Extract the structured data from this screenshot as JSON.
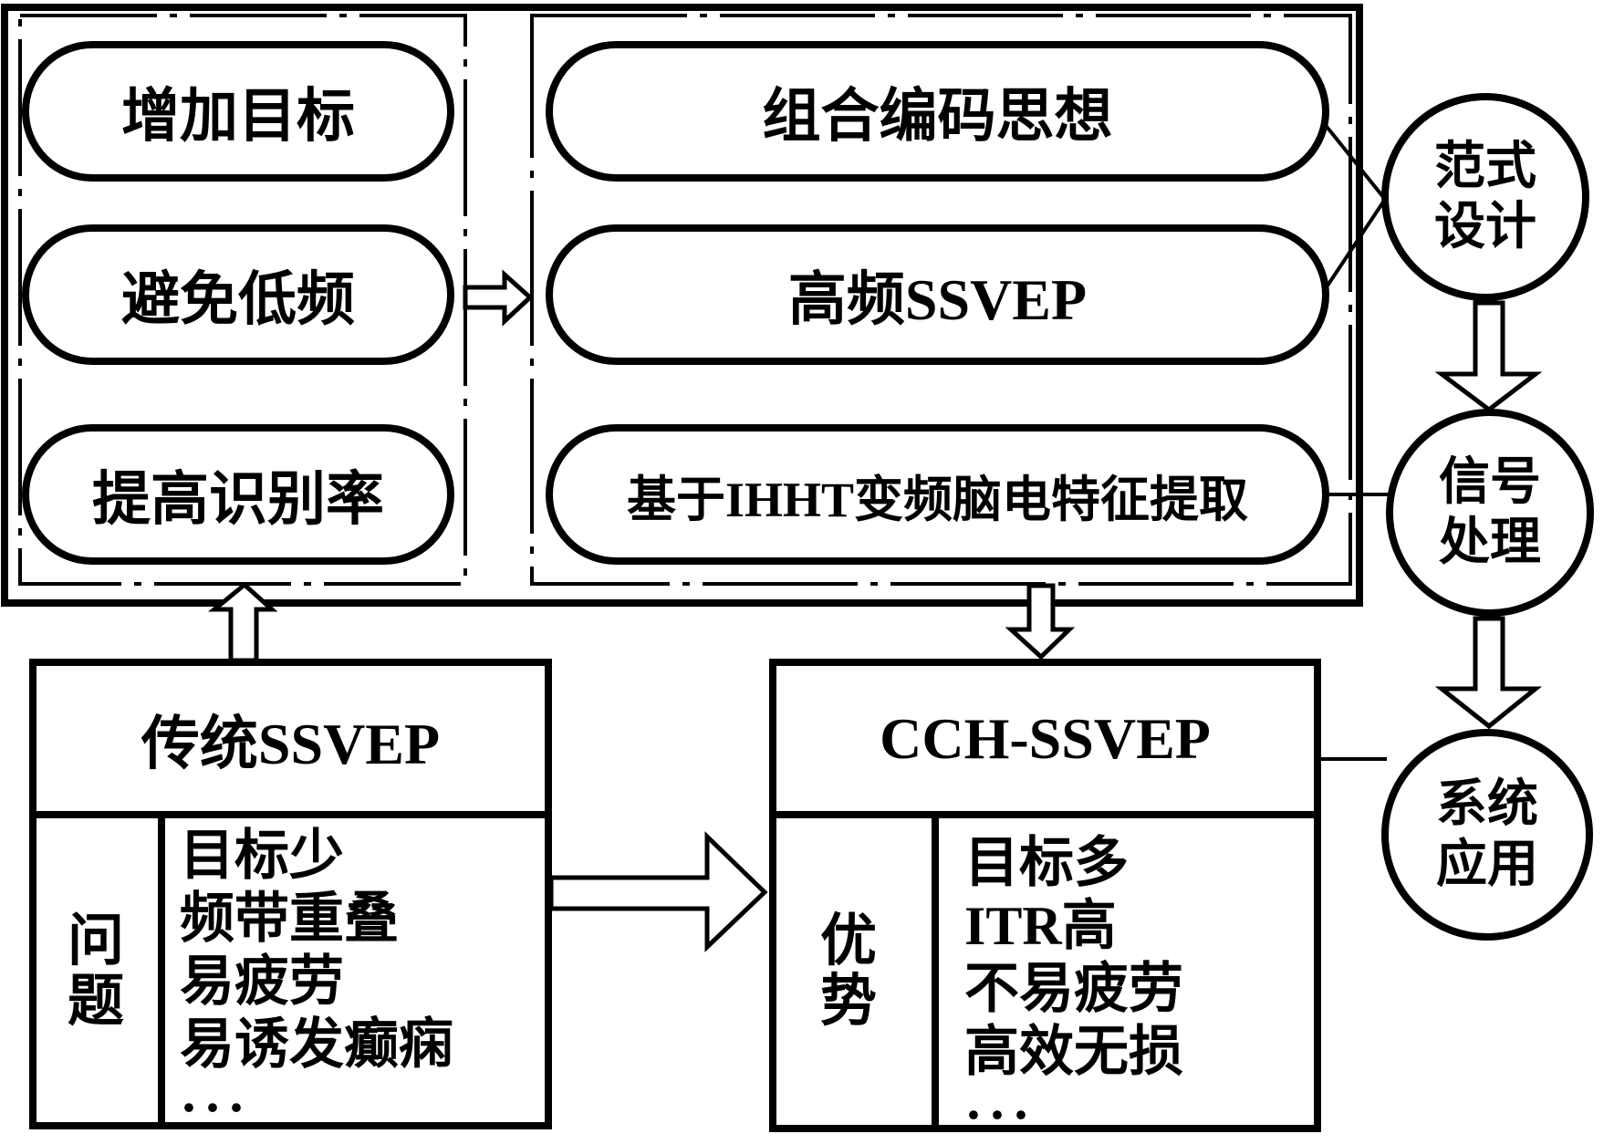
{
  "top_panel": {
    "left_goals": [
      "增加目标",
      "避免低频",
      "提高识别率"
    ],
    "right_methods": [
      "组合编码思想",
      "高频SSVEP",
      "基于IHHT变频脑电特征提取"
    ]
  },
  "circles": {
    "paradigm": "范式设计",
    "signal": "信号处理",
    "application": "系统应用"
  },
  "bottom_left": {
    "title": "传统SSVEP",
    "row_header": "问题",
    "items": [
      "目标少",
      "频带重叠",
      "易疲劳",
      "易诱发癫痫",
      "···"
    ]
  },
  "bottom_right": {
    "title": "CCH-SSVEP",
    "row_header": "优势",
    "items": [
      "目标多",
      "ITR高",
      "不易疲劳",
      "高效无损",
      "···"
    ]
  },
  "colors": {
    "ink": "#000000",
    "background": "#ffffff"
  }
}
